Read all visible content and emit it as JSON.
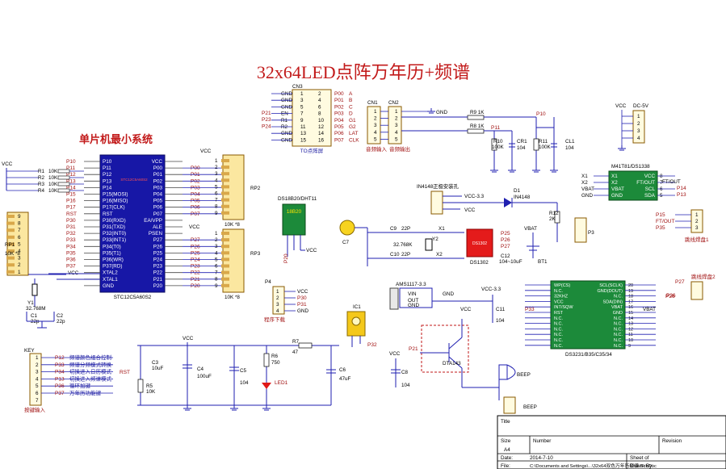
{
  "title": "32x64LED点阵万年历+频谱",
  "mcu": {
    "section_title": "单片机最小系统",
    "part": "STC12C5A60S2",
    "left_pins": [
      "P10",
      "P11",
      "P12",
      "P13",
      "P14",
      "P15(MOSI)",
      "P16(MISO)",
      "P17(CLK)",
      "RST",
      "P30(RXD)",
      "P31(TXD)",
      "P32(INT0)",
      "P33(INT1)",
      "P34(T0)",
      "P35(T1)",
      "P36(WR)",
      "P37(RD)",
      "XTAL2",
      "XTAL1",
      "GND"
    ],
    "right_pins": [
      "VCC",
      "P00",
      "P01",
      "P02",
      "P03",
      "P04",
      "P05",
      "P06",
      "P07",
      "EA/VPP",
      "ALE",
      "PSEN",
      "P27",
      "P26",
      "P25",
      "P24",
      "P23",
      "P22",
      "P21",
      "P20"
    ],
    "left_nets": [
      "P10",
      "P11",
      "P12",
      "P13",
      "P14",
      "P15",
      "P16",
      "P17",
      "RST",
      "P30",
      "P31",
      "P32",
      "P33",
      "P34",
      "P35",
      "P36",
      "P37"
    ],
    "right_nets": [
      "P00",
      "P01",
      "P02",
      "P03",
      "P04",
      "P05",
      "P06",
      "P07",
      "P27",
      "P26",
      "P25",
      "P24",
      "P23",
      "P22",
      "P21",
      "P20"
    ]
  },
  "rp_left": {
    "label": "RP1",
    "value": "10K *8",
    "pins": [
      "9",
      "8",
      "7",
      "6",
      "5",
      "4",
      "3",
      "2",
      "1"
    ]
  },
  "resistors_left": [
    "R1",
    "R2",
    "R3",
    "R4"
  ],
  "resistor_value": "10K",
  "rp2": {
    "label": "RP2",
    "value": "10K *8",
    "pins": [
      "1",
      "2",
      "3",
      "4",
      "5",
      "6",
      "7",
      "8",
      "9"
    ]
  },
  "rp3": {
    "label": "RP3",
    "value": "10K *8",
    "pins": [
      "1",
      "2",
      "3",
      "4",
      "5",
      "6",
      "7",
      "8",
      "9"
    ]
  },
  "crystal": {
    "label": "Y1",
    "value": "32.768M",
    "c1": "C1",
    "c2": "C2",
    "cval": "22p"
  },
  "cn3": {
    "label": "CN3",
    "caption": "TO点阵屏",
    "rows": [
      [
        "GND",
        "1",
        "2",
        "P00",
        "A"
      ],
      [
        "GND",
        "3",
        "4",
        "P01",
        "B"
      ],
      [
        "GND",
        "5",
        "6",
        "P02",
        "C"
      ],
      [
        "EN",
        "7",
        "8",
        "P03",
        "D"
      ],
      [
        "R1",
        "9",
        "10",
        "P04",
        "G1"
      ],
      [
        "R2",
        "11",
        "12",
        "P05",
        "G2"
      ],
      [
        "GND",
        "13",
        "14",
        "P06",
        "LAT"
      ],
      [
        "GND",
        "15",
        "16",
        "P07",
        "CLK"
      ]
    ],
    "left_nets": [
      "EN",
      "R1",
      "R2"
    ],
    "left_ports": [
      "P21",
      "P23",
      "P24"
    ]
  },
  "cn1": {
    "label": "CN1",
    "caption": "音频输入"
  },
  "cn2": {
    "label": "CN2",
    "caption": "音频输出"
  },
  "audio": {
    "r9": "R9 1K",
    "r8": "R8 1K",
    "p10": "P10",
    "p11": "P11",
    "r10": "R10",
    "r10v": "100K",
    "cr1": "CR1",
    "cr1v": "104",
    "r11": "R11",
    "r11v": "100K",
    "cl1": "CL1",
    "cl1v": "104",
    "gnd": "GND"
  },
  "dc5v": {
    "label": "DC-5V",
    "vcc": "VCC"
  },
  "ds18b20": {
    "label": "DS18B20/DHT11",
    "part": "18B20",
    "net": "P20",
    "vcc": "VCC"
  },
  "ir": {
    "label": "IN4148正极安装孔",
    "vcc": "VCC-3.3",
    "d1": "D1",
    "d1v": "IN4148",
    "r12": "R12",
    "r12v": "2K",
    "p3": "P3"
  },
  "ds1302": {
    "label": "DS1302",
    "x1": "X1",
    "x2": "X2",
    "c9": "C9",
    "c9v": "22P",
    "c10": "C10",
    "c10v": "22P",
    "y2": "Y2",
    "y2v": "32.768K",
    "p25": "P25",
    "p26": "P26",
    "p27": "P27",
    "c7": "C7",
    "c12": "C12",
    "c12v": "104~10uF",
    "bt1": "BT1",
    "vbat": "VBAT"
  },
  "m41t81": {
    "label": "M41T81/DS1338",
    "l": [
      "X1",
      "X2",
      "VBAT",
      "GND"
    ],
    "r": [
      "VCC",
      "FT/OUT",
      "SCL",
      "SDA"
    ],
    "rn": [
      "8",
      "7",
      "6",
      "5"
    ],
    "ports": [
      "P14",
      "P13"
    ],
    "ft": "FT/OUT"
  },
  "jumper1": {
    "label": "跳线焊盘1",
    "nets": [
      "P15",
      "FT/OUT",
      "P35"
    ]
  },
  "jumper2": {
    "label": "跳线焊盘2",
    "net": "P27",
    "p26": "P26"
  },
  "p4": {
    "label": "P4",
    "caption": "程序下载",
    "nets": [
      "VCC",
      "P30",
      "P31",
      "GND"
    ]
  },
  "ic1": {
    "label": "IC1",
    "net": "P32"
  },
  "ams": {
    "label": "AMS1117-3.3",
    "vin": "VIN",
    "out": "OUT",
    "gnd": "GND",
    "vcc33": "VCC-3.3",
    "c11": "C11",
    "c11v": "104"
  },
  "ds3231": {
    "label": "DS3231/B35/C35/34",
    "l": [
      "WP(CS)",
      "N.C.",
      "32KHZ",
      "VCC",
      "INT/SQW",
      "RST",
      "N.C.",
      "N.C.",
      "N.C.",
      "N.C.",
      "N.C.",
      "N.C."
    ],
    "r": [
      "SCL(SCLK)",
      "GND(DOUT)",
      "N.C.",
      "SDA(DIN)",
      "VBAT",
      "GND",
      "N.C.",
      "N.C.",
      "N.C.",
      "N.C.",
      "N.C.",
      "N.C."
    ],
    "rn": [
      "20",
      "19",
      "18",
      "17",
      "16",
      "15",
      "14",
      "13",
      "12",
      "11",
      "10",
      "9"
    ],
    "p33": "P33",
    "p26": "P26",
    "vbat": "VBAT"
  },
  "key": {
    "label": "KEY",
    "caption": "按键输入",
    "items": [
      [
        "P12",
        "频谱颜色组合控制"
      ],
      [
        "P33",
        "频谱分频模式转换"
      ],
      [
        "P34",
        "切换进入日历模式"
      ],
      [
        "P13",
        "切换进入频谱模式"
      ],
      [
        "P36",
        "循环加键"
      ],
      [
        "P37",
        "万年历功能键"
      ]
    ]
  },
  "reset": {
    "rst": "RST",
    "c3": "C3",
    "c3v": "10uF",
    "r5": "R5",
    "r5v": "10K",
    "c4": "C4",
    "c4v": "100uF",
    "c5": "C5",
    "c5v": "104",
    "r6": "R6",
    "r6v": "750",
    "led": "LED1",
    "r7": "R7",
    "r7v": "47",
    "c6": "C6",
    "c6v": "47uF",
    "vcc": "VCC"
  },
  "beep": {
    "p21": "P21",
    "dta": "DTA143",
    "label": "BEEP",
    "c8": "C8",
    "c8v": "104",
    "vcc": "VCC"
  },
  "titleblock": {
    "title": "Title",
    "size": "Size",
    "size_v": "A4",
    "number": "Number",
    "revision": "Revision",
    "date": "Date:",
    "date_v": "2014-7-10",
    "sheet": "Sheet  of",
    "file": "File:",
    "file_v": "C:\\Documents and Settings\\...\\32x64双色万年历频谱.SchDoc",
    "drawn": "Drawn By:"
  }
}
